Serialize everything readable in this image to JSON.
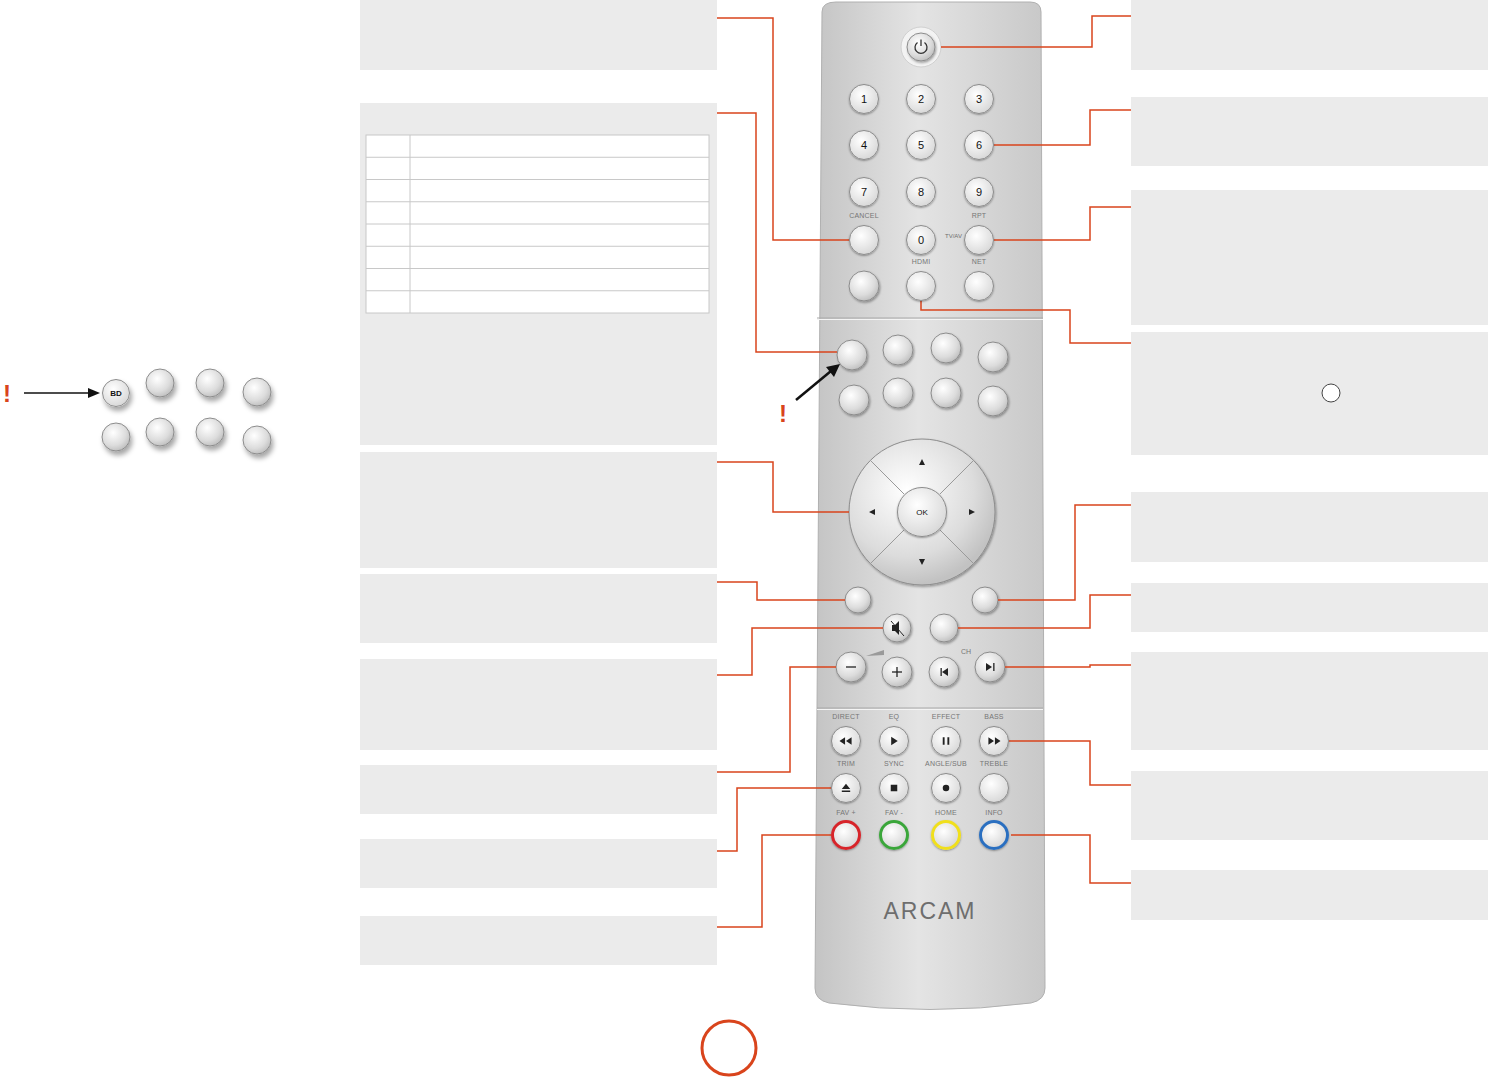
{
  "diagram": {
    "nodes": [
      {
        "text": [
          "BD"
        ]
      },
      {
        "text": [
          "ARCAM"
        ]
      },
      {
        "text": [
          "1"
        ],
        "in": 1
      },
      {
        "text": [
          "2"
        ],
        "in": 1
      },
      {
        "text": [
          "3"
        ],
        "in": 1
      },
      {
        "text": [
          "4"
        ],
        "in": 1
      },
      {
        "text": [
          "5"
        ],
        "in": 1
      },
      {
        "text": [
          "6"
        ],
        "in": 1
      },
      {
        "text": [
          "7"
        ],
        "in": 1
      },
      {
        "text": [
          "8"
        ],
        "in": 1
      },
      {
        "text": [
          "9"
        ],
        "in": 1
      },
      {
        "text": [
          "CANCEL"
        ],
        "in": 1
      },
      {
        "text": [
          "0"
        ],
        "in": 1
      },
      {
        "text": [
          "RPT"
        ],
        "in": 1
      },
      {
        "text": [
          "HDMI"
        ],
        "in": 1
      },
      {
        "text": [
          "NET"
        ],
        "in": 1
      },
      {
        "text": [
          "OK"
        ],
        "in": 1
      },
      {
        "text": [
          "DIRECT"
        ],
        "in": 1
      },
      {
        "text": [
          "EQ"
        ],
        "in": 1
      },
      {
        "text": [
          "EFFECT"
        ],
        "in": 1
      },
      {
        "text": [
          "BASS"
        ],
        "in": 1
      },
      {
        "text": [
          "TRIM"
        ],
        "in": 1
      },
      {
        "text": [
          "SYNC"
        ],
        "in": 1
      },
      {
        "text": [
          "ANGLE/SUB"
        ],
        "in": 1
      },
      {
        "text": [
          "TREBLE"
        ],
        "in": 1
      },
      {
        "text": [
          "FAV +"
        ],
        "in": 1
      },
      {
        "text": [
          "FAV -"
        ],
        "in": 1
      },
      {
        "text": [
          "HOME"
        ],
        "in": 1
      },
      {
        "text": [
          "INFO"
        ],
        "in": 1
      }
    ],
    "labels": [
      "!",
      "!",
      "TV/AV",
      "CH"
    ]
  }
}
